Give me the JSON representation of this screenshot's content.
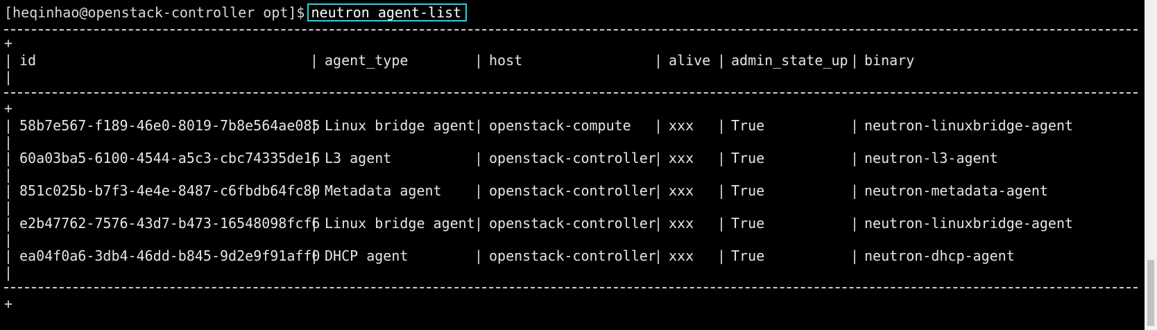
{
  "terminal": {
    "prompt": "[heqinhao@openstack-controller opt]$",
    "command": "neutron agent-list",
    "highlight_color": "#1fd6e0"
  },
  "table": {
    "headers": [
      "id",
      "agent_type",
      "host",
      "alive",
      "admin_state_up",
      "binary"
    ],
    "rows": [
      [
        "58b7e567-f189-46e0-8019-7b8e564ae085",
        "Linux bridge agent",
        "openstack-compute",
        "xxx",
        "True",
        "neutron-linuxbridge-agent"
      ],
      [
        "60a03ba5-6100-4544-a5c3-cbc74335de16",
        "L3 agent",
        "openstack-controller",
        "xxx",
        "True",
        "neutron-l3-agent"
      ],
      [
        "851c025b-b7f3-4e4e-8487-c6fbdb64fc80",
        "Metadata agent",
        "openstack-controller",
        "xxx",
        "True",
        "neutron-metadata-agent"
      ],
      [
        "e2b47762-7576-43d7-b473-16548098fcf6",
        "Linux bridge agent",
        "openstack-controller",
        "xxx",
        "True",
        "neutron-linuxbridge-agent"
      ],
      [
        "ea04f0a6-3db4-46dd-b845-9d2e9f91aff0",
        "DHCP agent",
        "openstack-controller",
        "xxx",
        "True",
        "neutron-dhcp-agent"
      ]
    ]
  }
}
